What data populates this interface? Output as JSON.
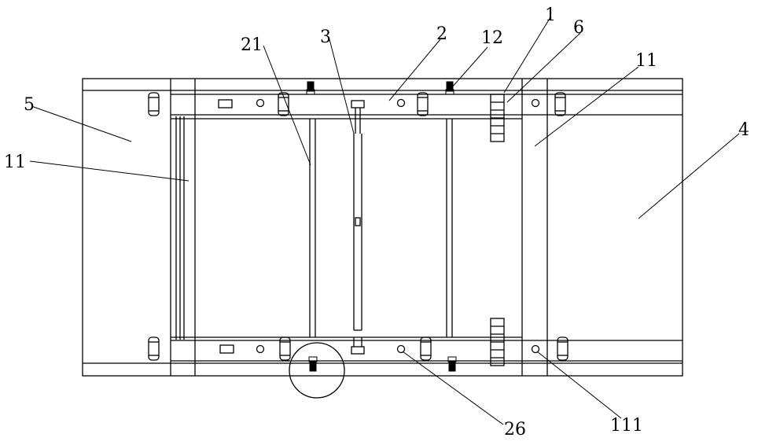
{
  "figure": {
    "labels": {
      "l1": "1",
      "l2": "2",
      "l3": "3",
      "l4": "4",
      "l5": "5",
      "l6": "6",
      "l11_left": "11",
      "l11_right": "11",
      "l12": "12",
      "l21": "21",
      "l26": "26",
      "l111": "111"
    },
    "line_color": "#000000",
    "background": "#ffffff"
  }
}
